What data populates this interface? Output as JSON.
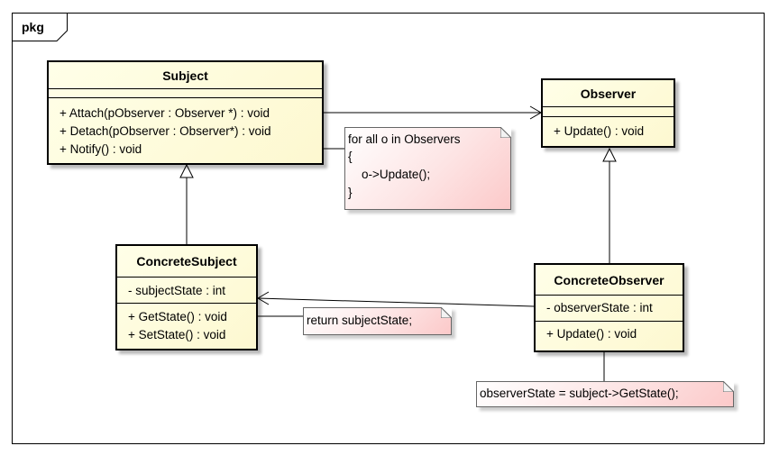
{
  "package": {
    "label": "pkg"
  },
  "classes": {
    "subject": {
      "name": "Subject",
      "operations": [
        "+ Attach(pObserver : Observer *) : void",
        "+ Detach(pObserver : Observer*) : void",
        "+ Notify() : void"
      ]
    },
    "observer": {
      "name": "Observer",
      "operations": [
        "+ Update() : void"
      ]
    },
    "concrete_subject": {
      "name": "ConcreteSubject",
      "attributes": [
        "- subjectState : int"
      ],
      "operations": [
        "+ GetState() : void",
        "+ SetState() : void"
      ]
    },
    "concrete_observer": {
      "name": "ConcreteObserver",
      "attributes": [
        "- observerState : int"
      ],
      "operations": [
        "+ Update() : void"
      ]
    }
  },
  "notes": {
    "notify_note": {
      "lines": [
        "for all o in Observers",
        "{",
        "    o->Update();",
        "}"
      ]
    },
    "getstate_note": {
      "lines": [
        "return subjectState;"
      ]
    },
    "update_note": {
      "lines": [
        "observerState = subject->GetState();"
      ]
    }
  },
  "colors": {
    "class_fill": "#fdf8d0",
    "note_fill": "#fcc9c9",
    "line": "#000000"
  }
}
